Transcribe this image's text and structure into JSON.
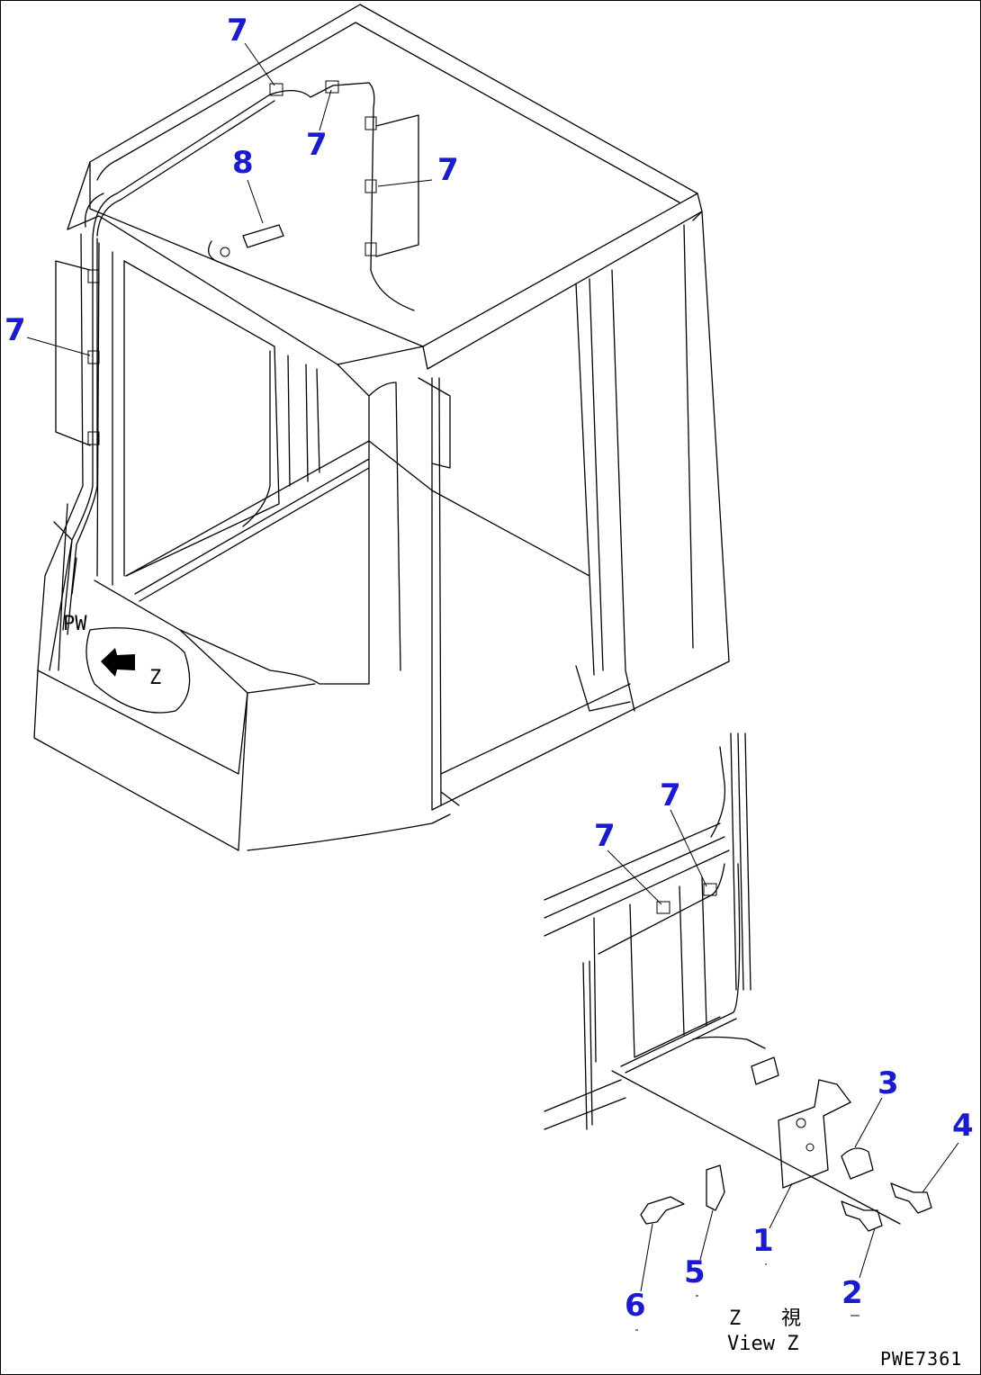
{
  "callouts": [
    {
      "label": "7"
    },
    {
      "label": "7"
    },
    {
      "label": "7"
    },
    {
      "label": "8"
    },
    {
      "label": "7"
    },
    {
      "label": "7"
    },
    {
      "label": "7"
    },
    {
      "label": "3"
    },
    {
      "label": "4"
    },
    {
      "label": "1"
    },
    {
      "label": "2"
    },
    {
      "label": "5"
    },
    {
      "label": "6"
    }
  ],
  "view_marker": {
    "letter": "Z"
  },
  "view_caption": {
    "line1_letter": "Z",
    "line1_kanji": "視",
    "line2": "View Z"
  },
  "cab_marking": "PW",
  "drawing_code": "PWE7361",
  "colors": {
    "callout": "#1a1ad6",
    "line": "#000000"
  }
}
